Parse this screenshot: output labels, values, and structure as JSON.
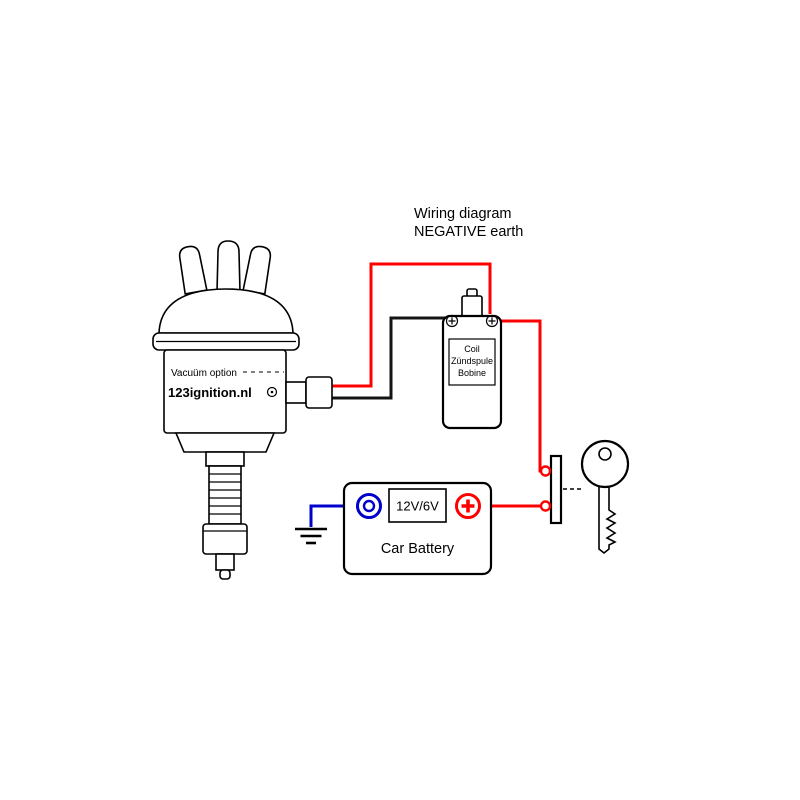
{
  "diagram": {
    "title_line1": "Wiring diagram",
    "title_line2": "NEGATIVE earth"
  },
  "distributor": {
    "vacuum_label": "Vacuüm option",
    "brand_label": "123ignition.nl"
  },
  "coil": {
    "label_line1": "Coil",
    "label_line2": "Zündspule",
    "label_line3": "Bobine"
  },
  "battery": {
    "voltage_label": "12V/6V",
    "name_label": "Car Battery"
  },
  "colors": {
    "wire_red": "#ff0000",
    "wire_black": "#141414",
    "wire_blue": "#0000cc",
    "component_outline": "#000000"
  }
}
